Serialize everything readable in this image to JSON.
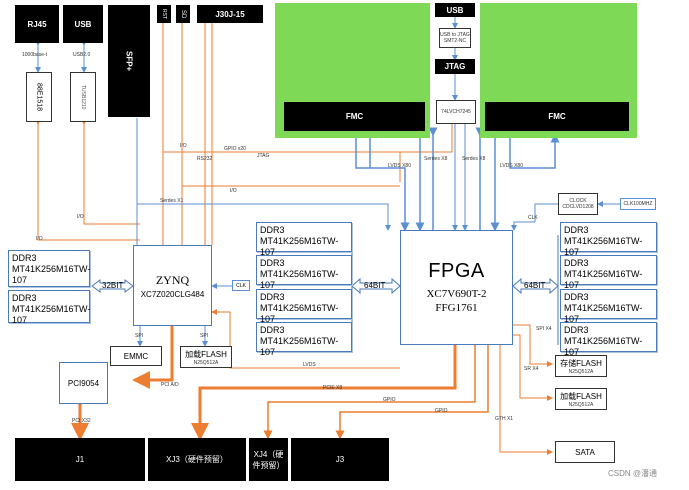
{
  "labels": {
    "rj45": "RJ45",
    "usb_left": "USB",
    "sfp": "SFP+",
    "rst": "RST",
    "sd": "SD",
    "j30j": "J30J-15",
    "usb_top": "USB",
    "jtag": "JTAG",
    "fmc_left": "FMC",
    "fmc_right": "FMC",
    "phy_chip": "88E1518",
    "usb_chip": "TUSB1210",
    "jtag_usb_chip_a": "USB to JTAG",
    "jtag_usb_chip_b": "SMT2-NC",
    "buffer_chip": "74LVCH7245",
    "zynq_title": "ZYNQ",
    "zynq_part": "XC7Z020CLG484",
    "fpga_title": "FPGA",
    "fpga_part1": "XC7V690T-2",
    "fpga_part2": "FFG1761",
    "ddr_name": "DDR3",
    "ddr_part": "MT41K256M16TW-",
    "ddr_part_tail": "107",
    "ddr_part_full": "MT41K256M16TW-107",
    "bit32": "32BIT",
    "bit64_left": "64BIT",
    "bit64_right": "64BIT",
    "emmc": "EMMC",
    "load_flash_left": "加载FLASH",
    "load_flash_left_part": "N25Q512A",
    "store_flash": "存储FLASH",
    "store_flash_part": "N25Q512A",
    "load_flash_right": "加载FLASH",
    "load_flash_right_part": "N25Q512A",
    "sata": "SATA",
    "pci9054": "PCI9054",
    "j1": "J1",
    "xj3": "XJ3（硬件预留）",
    "xj4": "XJ4（硬件预留）",
    "j3": "J3",
    "clock_a": "CLOCK",
    "clock_b": "CDCLVD1208",
    "clock_osc": "CLK100MHZ",
    "clk_zynq": "CLK",
    "clk_fpga": "CLK",
    "watermark": "CSDN @潘通"
  },
  "signals": {
    "eth_1000": "1000base-t",
    "usb20": "USB2.0",
    "gpio_x20": "GPIO x20",
    "jtag_sig": "JTAG",
    "rs232": "RS232",
    "io": "I/O",
    "serdes_x1": "Serdes X1",
    "lvds_x80_l": "LVDS X80",
    "serdes_x8_l": "Serdes X8",
    "serdes_x8_r": "Serdes X8",
    "lvds_x80_r": "LVDS X80",
    "spi": "SPI",
    "spi_x4": "SPI X4",
    "sr_x4": "SR X4",
    "lvds": "LVDS",
    "pcie_x8": "PCIE X8",
    "gpio": "GPIO",
    "gth_x1": "GTH X1",
    "pci_ad": "PCI A/D",
    "pci_x32": "PCI X32",
    "clk": "CLK"
  },
  "colors": {
    "bus_blue": "#5b8fd6",
    "bus_orange": "#ed7d31",
    "fmc_green": "#7ed957",
    "block_black": "#000000"
  }
}
